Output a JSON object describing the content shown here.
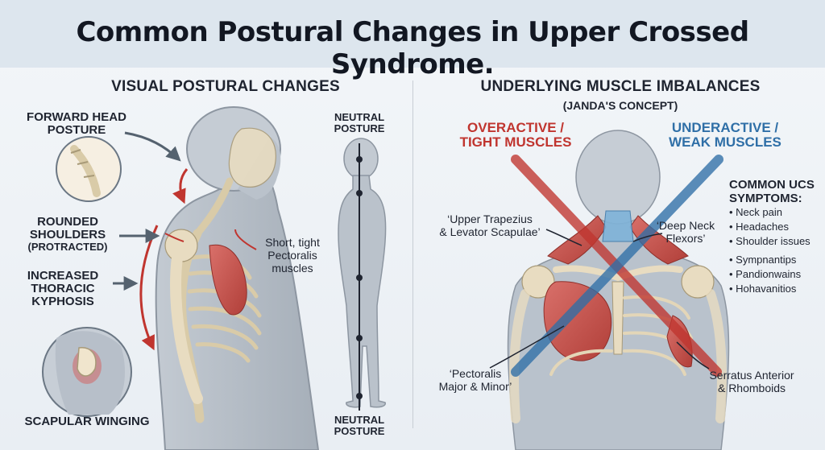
{
  "title": "Common Postural Changes in Upper Crossed Syndrome.",
  "left": {
    "heading": "VISUAL POSTURAL CHANGES",
    "forward_head_line1": "FORWARD HEAD",
    "forward_head_line2": "POSTURE",
    "rounded_line1": "ROUNDED",
    "rounded_line2": "SHOULDERS",
    "rounded_line3": "(PROTRACTED)",
    "kyphosis_line1": "INCREASED",
    "kyphosis_line2": "THORACIC",
    "kyphosis_line3": "KYPHOSIS",
    "winging": "SCAPULAR WINGING",
    "pec_note_line1": "Short, tight",
    "pec_note_line2": "Pectoralis",
    "pec_note_line3": "muscles",
    "neutral_top_line1": "NEUTRAL",
    "neutral_top_line2": "POSTURE",
    "neutral_bottom_line1": "NEUTRAL",
    "neutral_bottom_line2": "POSTURE"
  },
  "right": {
    "heading": "UNDERLYING MUSCLE IMBALANCES",
    "subheading": "(JANDA'S CONCEPT)",
    "overactive_line1": "OVERACTIVE /",
    "overactive_line2": "TIGHT MUSCLES",
    "underactive_line1": "UNDERACTIVE /",
    "underactive_line2": "WEAK MUSCLES",
    "trap_line1": "‘Upper Trapezius",
    "trap_line2": "& Levator Scapulae’",
    "deep_line1": "‘Deep Neck",
    "deep_line2": "Flexors’",
    "pec_line1": "‘Pectoralis",
    "pec_line2": "Major & Minor’",
    "serratus_line1": "Serratus Anterior",
    "serratus_line2": "& Rhomboids",
    "symptoms_line1": "COMMON UCS",
    "symptoms_line2": "SYMPTOMS:",
    "symptoms_a": [
      "Neck pain",
      "Headaches",
      "Shoulder issues"
    ],
    "symptoms_b": [
      "Sympnantips",
      "Pandionwains",
      "Hohavanitios"
    ]
  },
  "colors": {
    "tight_red": "#c0352f",
    "weak_blue": "#2f6fa7",
    "muscle_red": "#c9524c",
    "bone": "#e8dcc1",
    "body_gray": "#b8c0c9",
    "arrow_gray": "#55626f"
  }
}
